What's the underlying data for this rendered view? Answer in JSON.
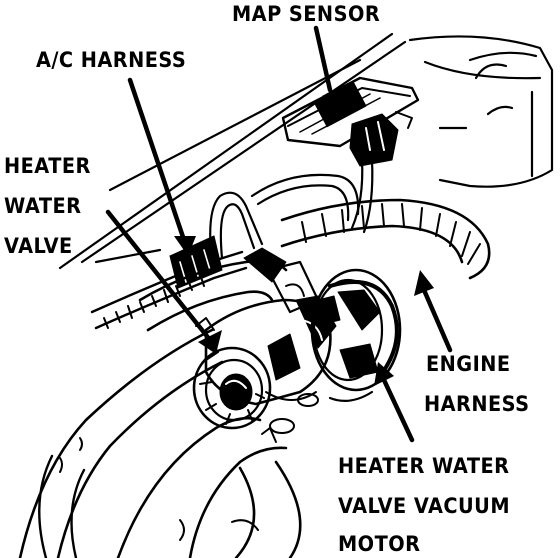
{
  "labels": {
    "map_sensor": "MAP SENSOR",
    "ac_harness": "A/C HARNESS",
    "heater_water_valve": [
      "HEATER",
      "WATER",
      "VALVE"
    ],
    "engine_harness": [
      "ENGINE",
      "HARNESS"
    ],
    "vacuum_motor": [
      "HEATER WATER",
      "VALVE VACUUM",
      "MOTOR"
    ]
  },
  "colors": {
    "ink": "#000000",
    "paper": "#ffffff"
  }
}
